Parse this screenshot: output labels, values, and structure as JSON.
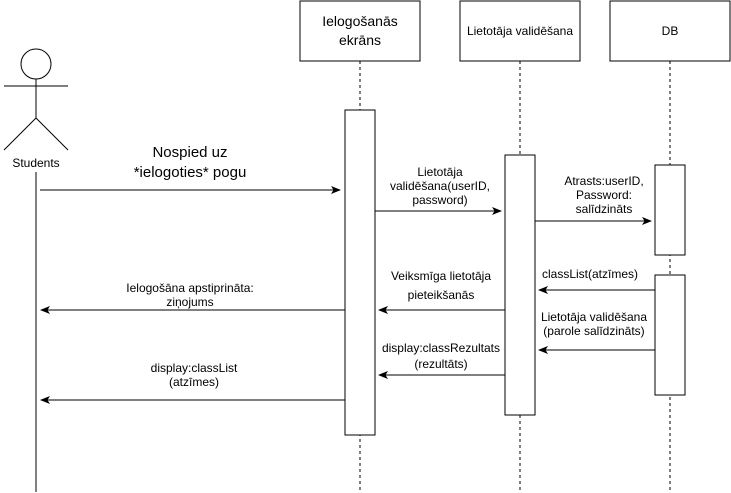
{
  "actor": {
    "label": "Students"
  },
  "participants": [
    {
      "id": "screen",
      "lines": [
        "Ielogošanās",
        "ekrāns"
      ]
    },
    {
      "id": "validation",
      "lines": [
        "Lietotāja validēšana"
      ]
    },
    {
      "id": "db",
      "lines": [
        "DB"
      ]
    }
  ],
  "messages": [
    {
      "id": "m1",
      "from": "actor",
      "to": "screen",
      "lines": [
        "Nospied uz",
        "*ielogoties* pogu"
      ]
    },
    {
      "id": "m2",
      "from": "screen",
      "to": "validation",
      "lines": [
        "Lietotāja",
        "validēšana(userID,",
        "password)"
      ]
    },
    {
      "id": "m3",
      "from": "validation",
      "to": "db",
      "lines": [
        "Atrasts:userID,",
        "Password:",
        "salīdzināts"
      ]
    },
    {
      "id": "m4",
      "from": "db",
      "to": "validation",
      "lines": [
        "classList(atzīmes)"
      ]
    },
    {
      "id": "m5",
      "from": "validation",
      "to": "screen",
      "lines": [
        "Veiksmīga lietotāja",
        "pieteikšanās"
      ]
    },
    {
      "id": "m6",
      "from": "screen",
      "to": "actor",
      "lines": [
        "Ielogošāna apstiprināta:",
        "ziņojums"
      ]
    },
    {
      "id": "m7",
      "from": "db",
      "to": "validation",
      "lines": [
        "Lietotāja validēšana",
        "(parole salīdzināts)"
      ]
    },
    {
      "id": "m8",
      "from": "validation",
      "to": "screen",
      "lines": [
        "display:classRezultats",
        "(rezultāts)"
      ]
    },
    {
      "id": "m9",
      "from": "screen",
      "to": "actor",
      "lines": [
        "display:classList",
        "(atzīmes)"
      ]
    }
  ]
}
